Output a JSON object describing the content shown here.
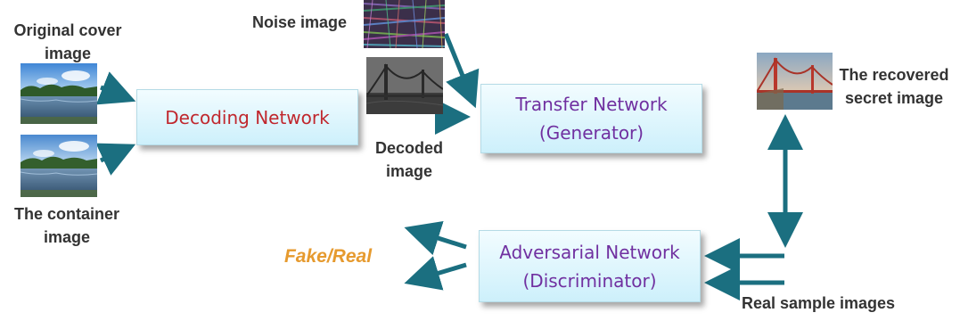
{
  "labels": {
    "cover_line1": "Original cover",
    "cover_line2": "image",
    "container_line1": "The container",
    "container_line2": "image",
    "noise": "Noise image",
    "decoded_line1": "Decoded",
    "decoded_line2": "image",
    "recovered_line1": "The recovered",
    "recovered_line2": "secret image",
    "fake_real": "Fake/Real",
    "real_samples": "Real sample images"
  },
  "boxes": {
    "decoding": {
      "line1": "Decoding Network"
    },
    "transfer": {
      "line1": "Transfer Network",
      "line2": "(Generator)"
    },
    "adversarial": {
      "line1": "Adversarial Network",
      "line2": "(Discriminator)"
    }
  },
  "colors": {
    "decoding_text": "#c0272d",
    "network_text": "#7030a0",
    "fake_real_text": "#e69a2e",
    "arrow": "#1b6f80",
    "label_text": "#333333"
  }
}
